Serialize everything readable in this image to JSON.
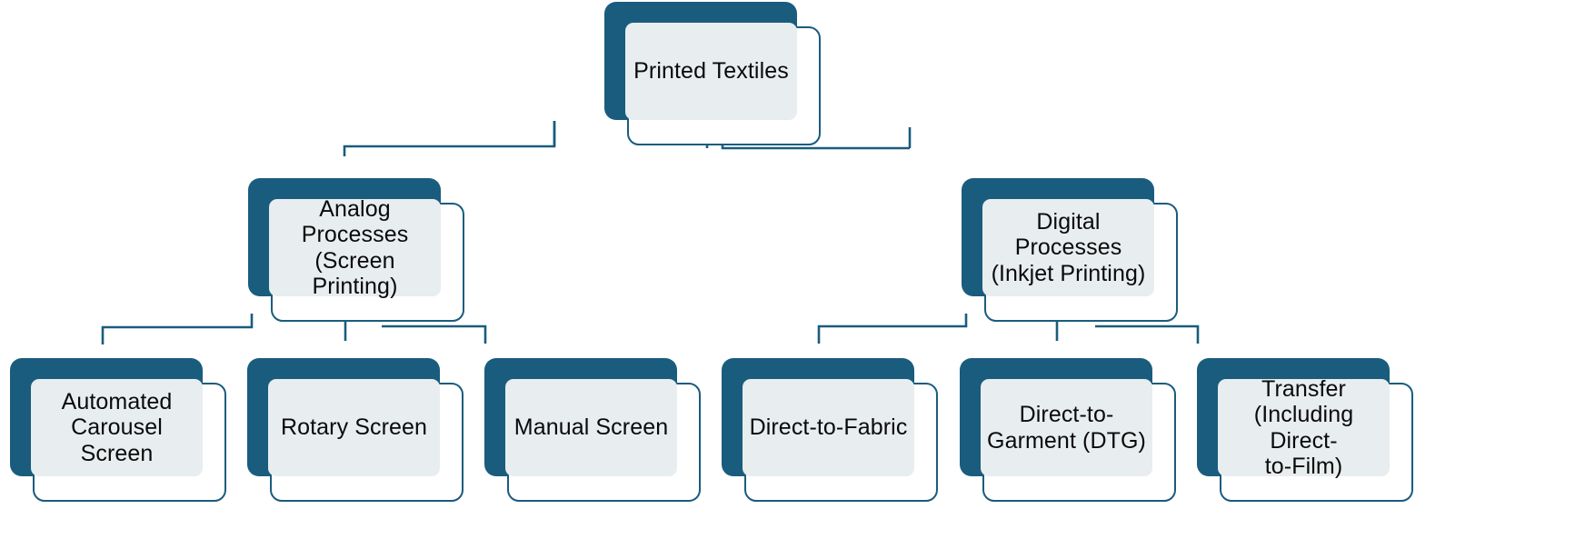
{
  "diagram": {
    "type": "hierarchy-tree",
    "title": "Printed Textiles",
    "accent_color": "#1A5C7E",
    "node_fill_color": "#E8EDEF",
    "node_front_color": "#FFFFFF",
    "text_color": "#0A0A0A",
    "background_color": "#FFFFFF",
    "levels": 3,
    "nodes": [
      {
        "id": "root",
        "label": "Printed Textiles",
        "level": 1,
        "parent": null
      },
      {
        "id": "analog",
        "label": "Analog\nProcesses\n(Screen Printing)",
        "level": 2,
        "parent": "root"
      },
      {
        "id": "digital",
        "label": "Digital Processes\n(Inkjet Printing)",
        "level": 2,
        "parent": "root"
      },
      {
        "id": "automated-carousel",
        "label": "Automated\nCarousel Screen",
        "level": 3,
        "parent": "analog"
      },
      {
        "id": "rotary-screen",
        "label": "Rotary Screen",
        "level": 3,
        "parent": "analog"
      },
      {
        "id": "manual-screen",
        "label": "Manual Screen",
        "level": 3,
        "parent": "analog"
      },
      {
        "id": "direct-to-fabric",
        "label": "Direct-to-Fabric",
        "level": 3,
        "parent": "digital"
      },
      {
        "id": "direct-to-garment",
        "label": "Direct-to-\nGarment (DTG)",
        "level": 3,
        "parent": "digital"
      },
      {
        "id": "transfer",
        "label": "Transfer\n(Including Direct-\nto-Film)",
        "level": 3,
        "parent": "digital"
      }
    ]
  }
}
